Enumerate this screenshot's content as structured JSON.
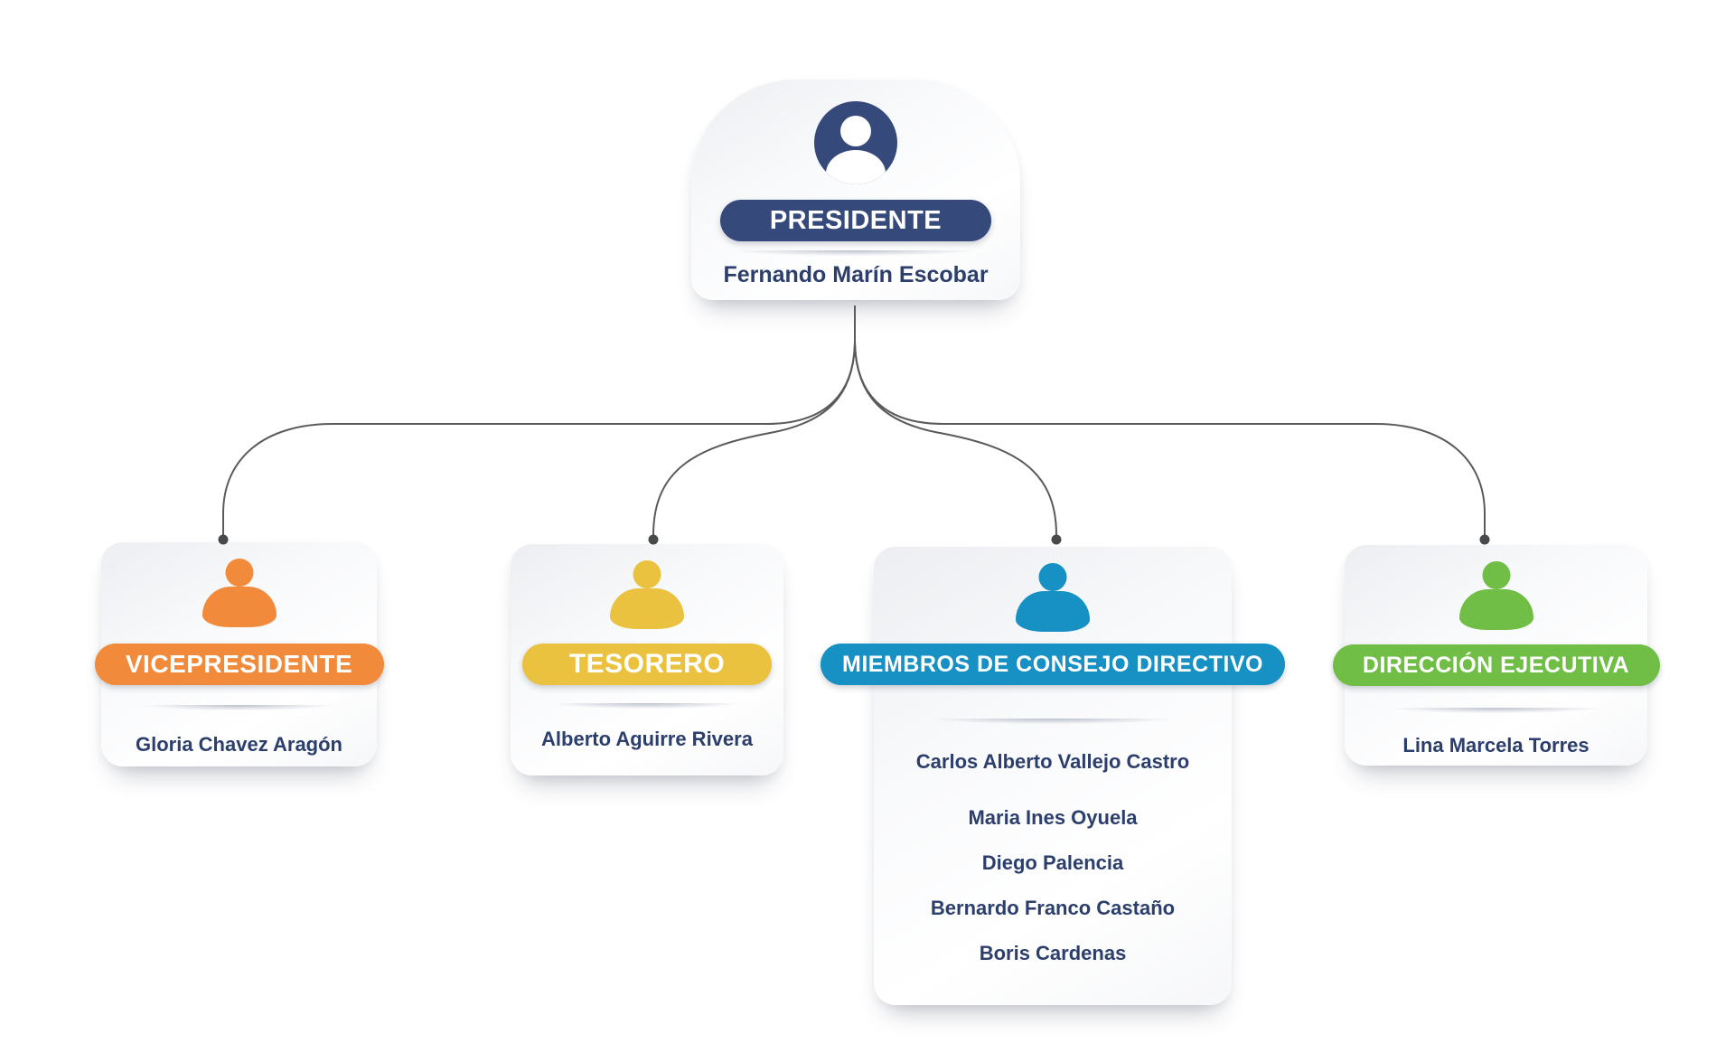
{
  "diagram": {
    "type": "org-chart",
    "connector_color": "#595A5C",
    "dot_color": "#48494B",
    "root": {
      "title": "PRESIDENTE",
      "name": "Fernando Marín Escobar",
      "accent": "#35497B"
    },
    "children": [
      {
        "title": "VICEPRESIDENTE",
        "accent": "#F18A3B",
        "members": [
          "Gloria Chavez Aragón"
        ]
      },
      {
        "title": "TESORERO",
        "accent": "#EAC23F",
        "members": [
          "Alberto Aguirre Rivera"
        ]
      },
      {
        "title": "MIEMBROS DE CONSEJO DIRECTIVO",
        "accent": "#1791C3",
        "members": [
          "Carlos Alberto Vallejo Castro",
          "Maria Ines Oyuela",
          "Diego Palencia",
          "Bernardo Franco Castaño",
          "Boris Cardenas"
        ]
      },
      {
        "title": "DIRECCIÓN EJECUTIVA",
        "accent": "#70BE46",
        "members": [
          "Lina Marcela Torres"
        ]
      }
    ]
  }
}
